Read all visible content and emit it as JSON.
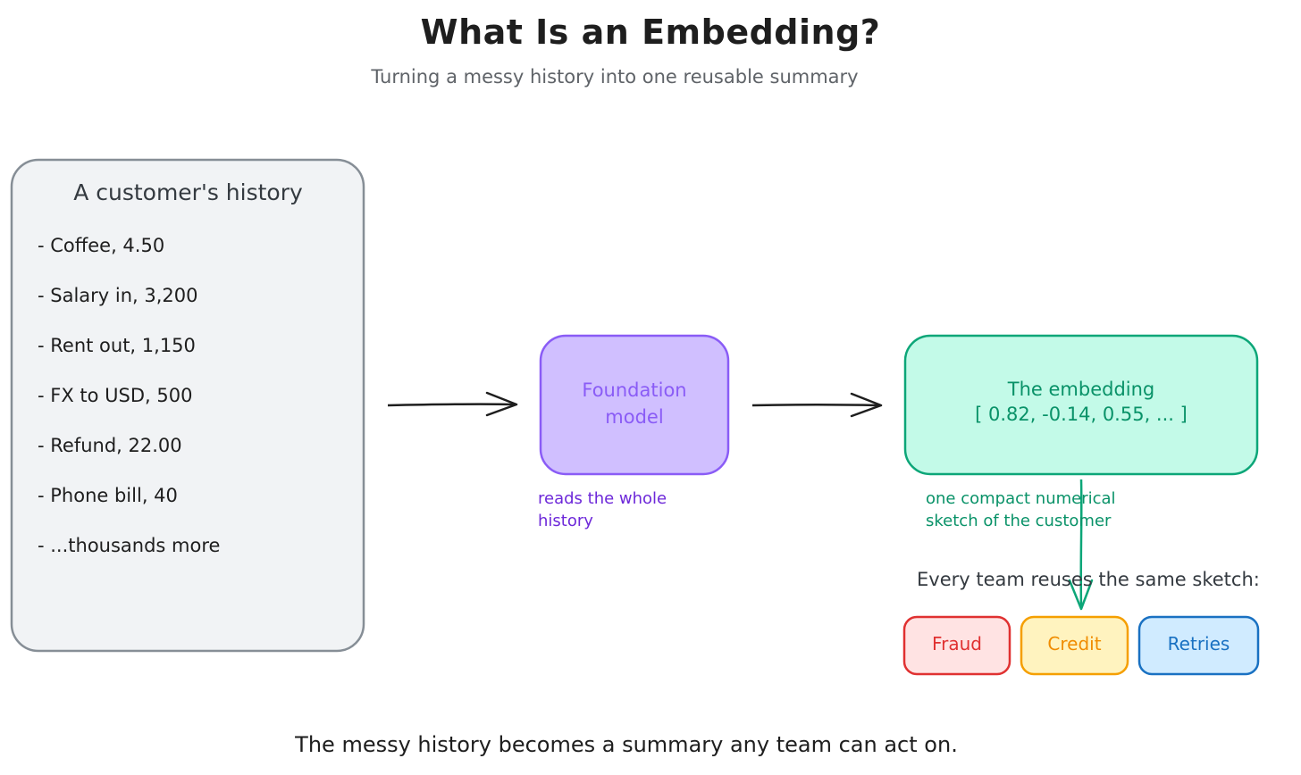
{
  "title": "What Is an Embedding?",
  "subtitle": "Turning a messy history into one reusable summary",
  "history": {
    "title": "A customer's history",
    "items": [
      "- Coffee, 4.50",
      "- Salary in, 3,200",
      "- Rent out, 1,150",
      "- FX to USD, 500",
      "- Refund, 22.00",
      "- Phone bill, 40",
      "- ...thousands more"
    ]
  },
  "model": {
    "label": "Foundation\nmodel",
    "note": "reads the whole\nhistory"
  },
  "embedding": {
    "title": "The embedding",
    "vector": "[ 0.82, -0.14, 0.55, ... ]",
    "note": "one compact numerical\nsketch of the customer"
  },
  "reuse": {
    "text": "Every team reuses the same sketch:",
    "teams": [
      "Fraud",
      "Credit",
      "Retries"
    ]
  },
  "footer": "The messy history becomes a summary any team can act on.",
  "colors": {
    "history_fill": "#f1f3f5",
    "history_stroke": "#868e96",
    "model_fill": "#d0bfff",
    "model_stroke": "#8a5cf6",
    "embedding_fill": "#c3fae8",
    "embedding_stroke": "#0ca678",
    "fraud_fill": "#ffe3e3",
    "fraud_stroke": "#e03131",
    "credit_fill": "#fff3bf",
    "credit_stroke": "#f59f00",
    "retries_fill": "#d0ebff",
    "retries_stroke": "#1971c2"
  }
}
